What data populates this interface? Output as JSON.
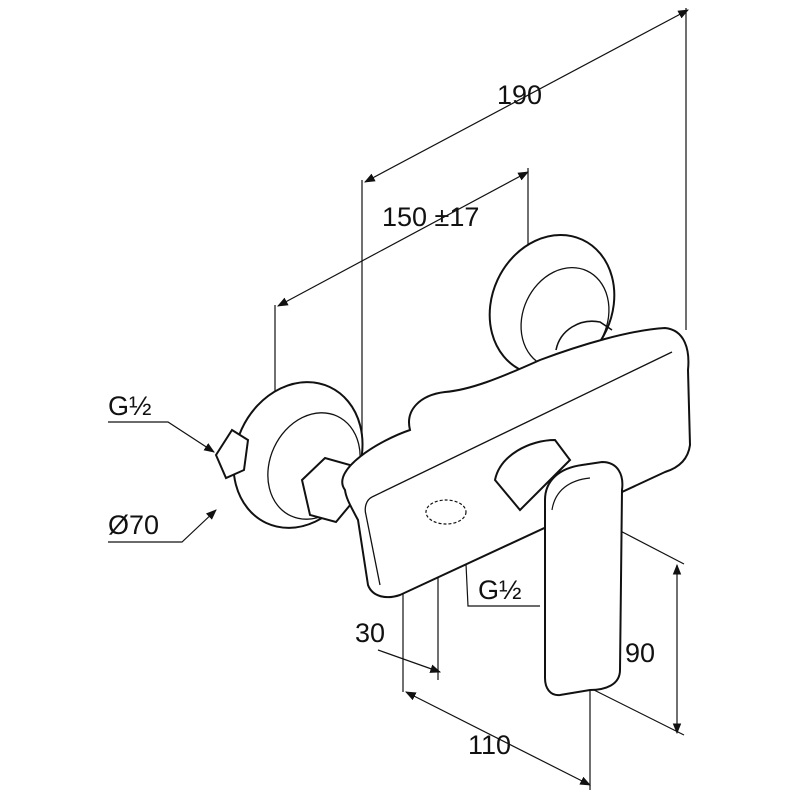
{
  "drawing": {
    "dimensions": {
      "total_length": "190",
      "center_distance": "150 ±17",
      "inlet_thread_left": "G½",
      "rosette_diameter": "Ø70",
      "outlet_thread": "G½",
      "outlet_offset": "30",
      "lever_height": "90",
      "body_depth": "110"
    },
    "colors": {
      "line": "#111111",
      "background": "#ffffff"
    }
  }
}
